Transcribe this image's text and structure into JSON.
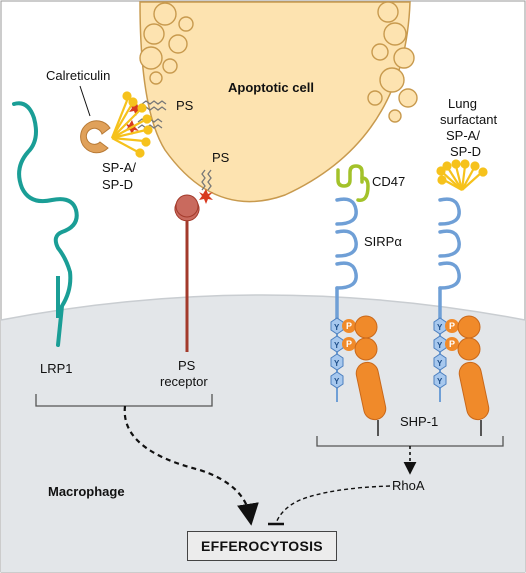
{
  "labels": {
    "apoptotic_cell": "Apoptotic cell",
    "calreticulin": "Calreticulin",
    "ps_top": "PS",
    "ps_mid": "PS",
    "sp_a_d_left_line1": "SP-A/",
    "sp_a_d_left_line2": "SP-D",
    "lung_line1": "Lung",
    "lung_line2": "surfactant",
    "lung_line3": "SP-A/",
    "lung_line4": "SP-D",
    "cd47": "CD47",
    "sirp": "SIRPα",
    "lrp1": "LRP1",
    "ps_receptor_line1": "PS",
    "ps_receptor_line2": "receptor",
    "shp1": "SHP-1",
    "rhoa": "RhoA",
    "macrophage": "Macrophage",
    "efferocytosis": "EFFEROCYTOSIS",
    "p_mark": "P",
    "y_mark": "Y"
  },
  "colors": {
    "cell_fill": "#fde3b0",
    "cell_stroke": "#c89a4e",
    "membrane": "#e3e6e9",
    "lrp1": "#1a9e96",
    "calreticulin": "#e0a15a",
    "surfactant": "#f6c21c",
    "ps_star": "#d83a1f",
    "ps_receptor": "#a33a2b",
    "ps_receptor_head": "#c96a5e",
    "cd47": "#a3c22a",
    "sirp": "#6f9fd6",
    "shp1": "#f08a2a",
    "p_circle": "#f08a2a",
    "y_hex": "#a7c8ee"
  }
}
